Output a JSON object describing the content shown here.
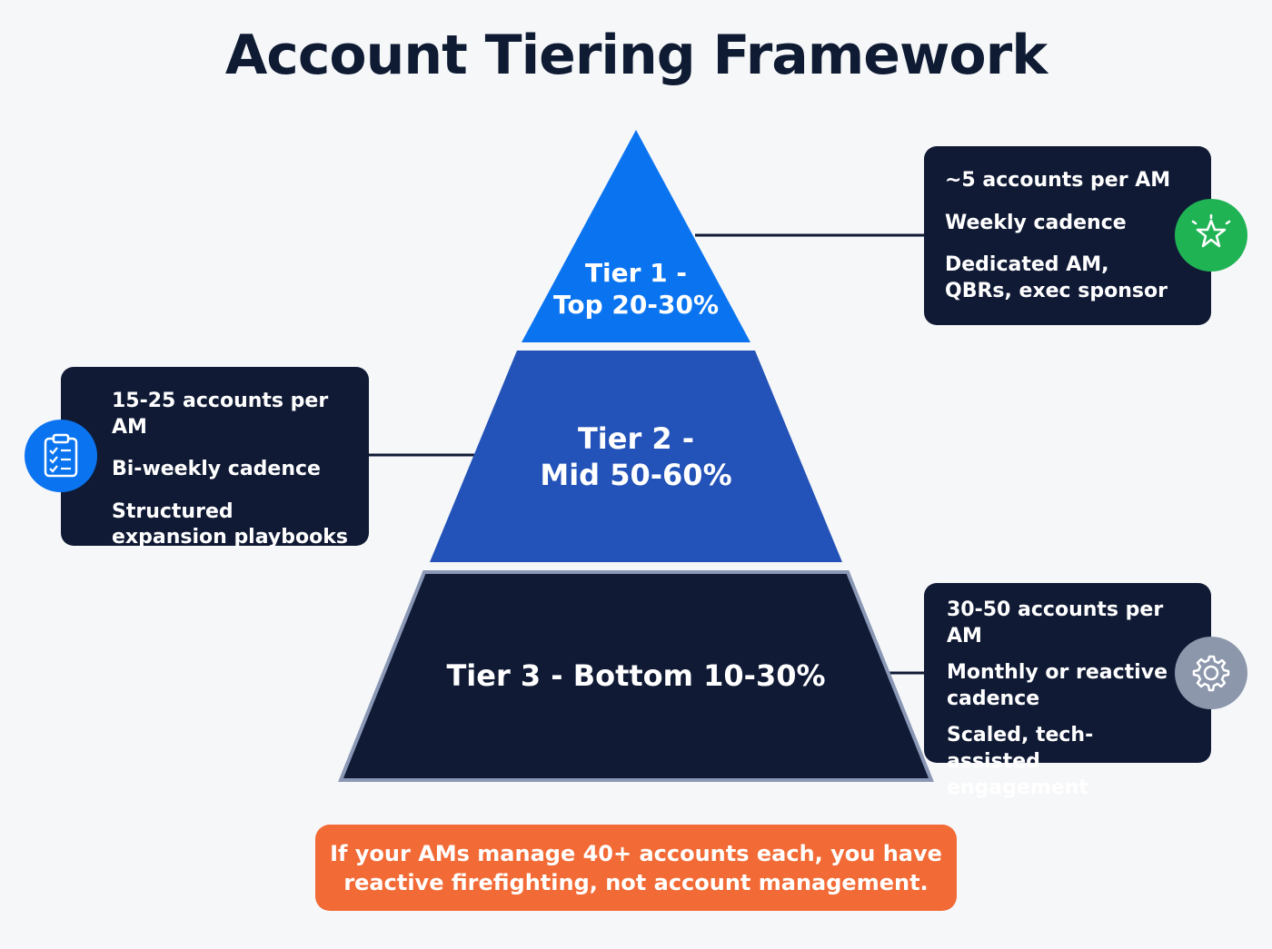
{
  "title": "Account Tiering Framework",
  "colors": {
    "tier1": "#0a74f0",
    "tier2": "#2352b8",
    "tier3": "#101a35",
    "tier3_border": "#8a97b5",
    "box_bg": "#101a35",
    "badge_tier1": "#20b354",
    "badge_tier2": "#0a74f0",
    "badge_tier3": "#8c97ac",
    "callout_bg": "#f26a35"
  },
  "tiers": [
    {
      "label_line1": "Tier 1 -",
      "label_line2": "Top 20-30%",
      "details": [
        "~5 accounts per AM",
        "Weekly cadence",
        "Dedicated AM, QBRs, exec sponsor"
      ],
      "icon": "sparkle-star-icon"
    },
    {
      "label_line1": "Tier 2 -",
      "label_line2": "Mid 50-60%",
      "details": [
        "15-25 accounts per AM",
        "Bi-weekly cadence",
        "Structured expansion playbooks"
      ],
      "icon": "clipboard-checklist-icon"
    },
    {
      "label_line1": "Tier 3 - Bottom 10-30%",
      "details": [
        "30-50 accounts per AM",
        "Monthly or reactive cadence",
        "Scaled, tech-assisted engagement"
      ],
      "icon": "gear-icon"
    }
  ],
  "callout": {
    "line1": "If your AMs manage 40+ accounts each, you have",
    "line2": "reactive firefighting, not account management."
  }
}
